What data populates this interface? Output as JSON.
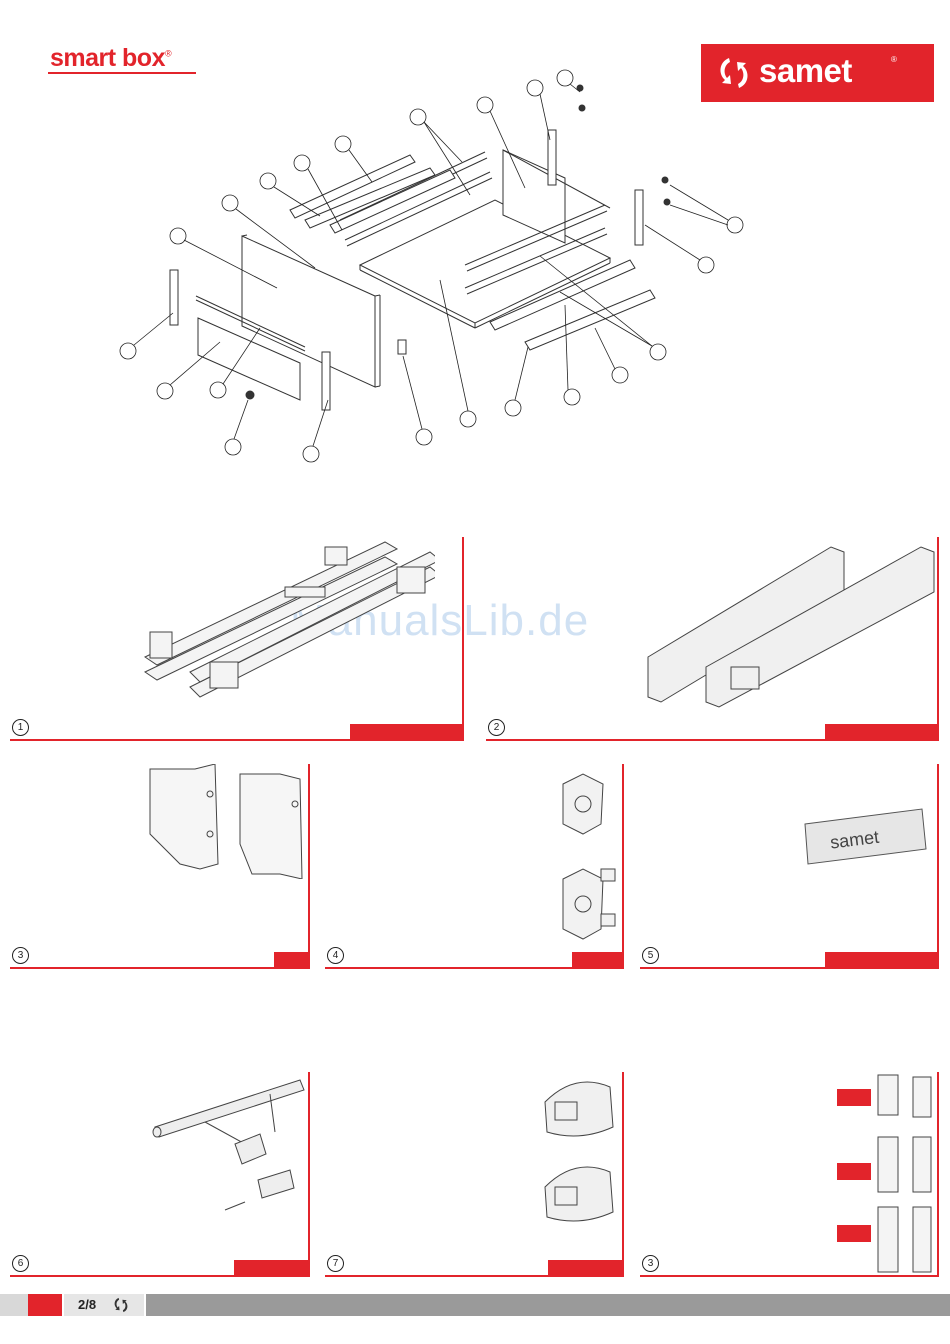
{
  "brand": {
    "product": "smart box",
    "company": "samet",
    "reg": "®"
  },
  "watermark": "ManualsLib.de",
  "panels": [
    {
      "number": "1"
    },
    {
      "number": "2"
    },
    {
      "number": "3"
    },
    {
      "number": "4"
    },
    {
      "number": "5"
    },
    {
      "number": "6"
    },
    {
      "number": "7"
    },
    {
      "number": "3"
    }
  ],
  "plate_logo": "samet",
  "footer": {
    "page": "2/8"
  }
}
